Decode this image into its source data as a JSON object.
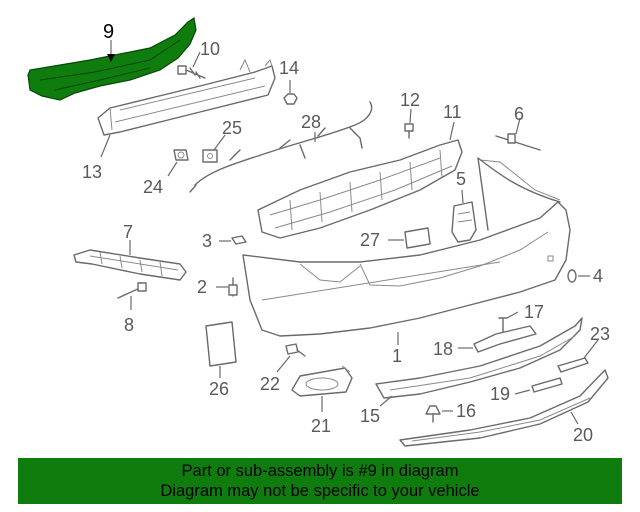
{
  "highlight_color": "#0e7d0e",
  "highlighted_part": "9",
  "labels": {
    "p1": "1",
    "p2": "2",
    "p3": "3",
    "p4": "4",
    "p5": "5",
    "p6": "6",
    "p7": "7",
    "p8": "8",
    "p9": "9",
    "p10": "10",
    "p11": "11",
    "p12": "12",
    "p13": "13",
    "p14": "14",
    "p15": "15",
    "p16": "16",
    "p17": "17",
    "p18": "18",
    "p19": "19",
    "p20": "20",
    "p21": "21",
    "p22": "22",
    "p23": "23",
    "p24": "24",
    "p25": "25",
    "p26": "26",
    "p27": "27",
    "p28": "28"
  },
  "banner": {
    "line1": "Part or sub-assembly is #9 in diagram",
    "line2": "Diagram may not be specific to your vehicle"
  }
}
